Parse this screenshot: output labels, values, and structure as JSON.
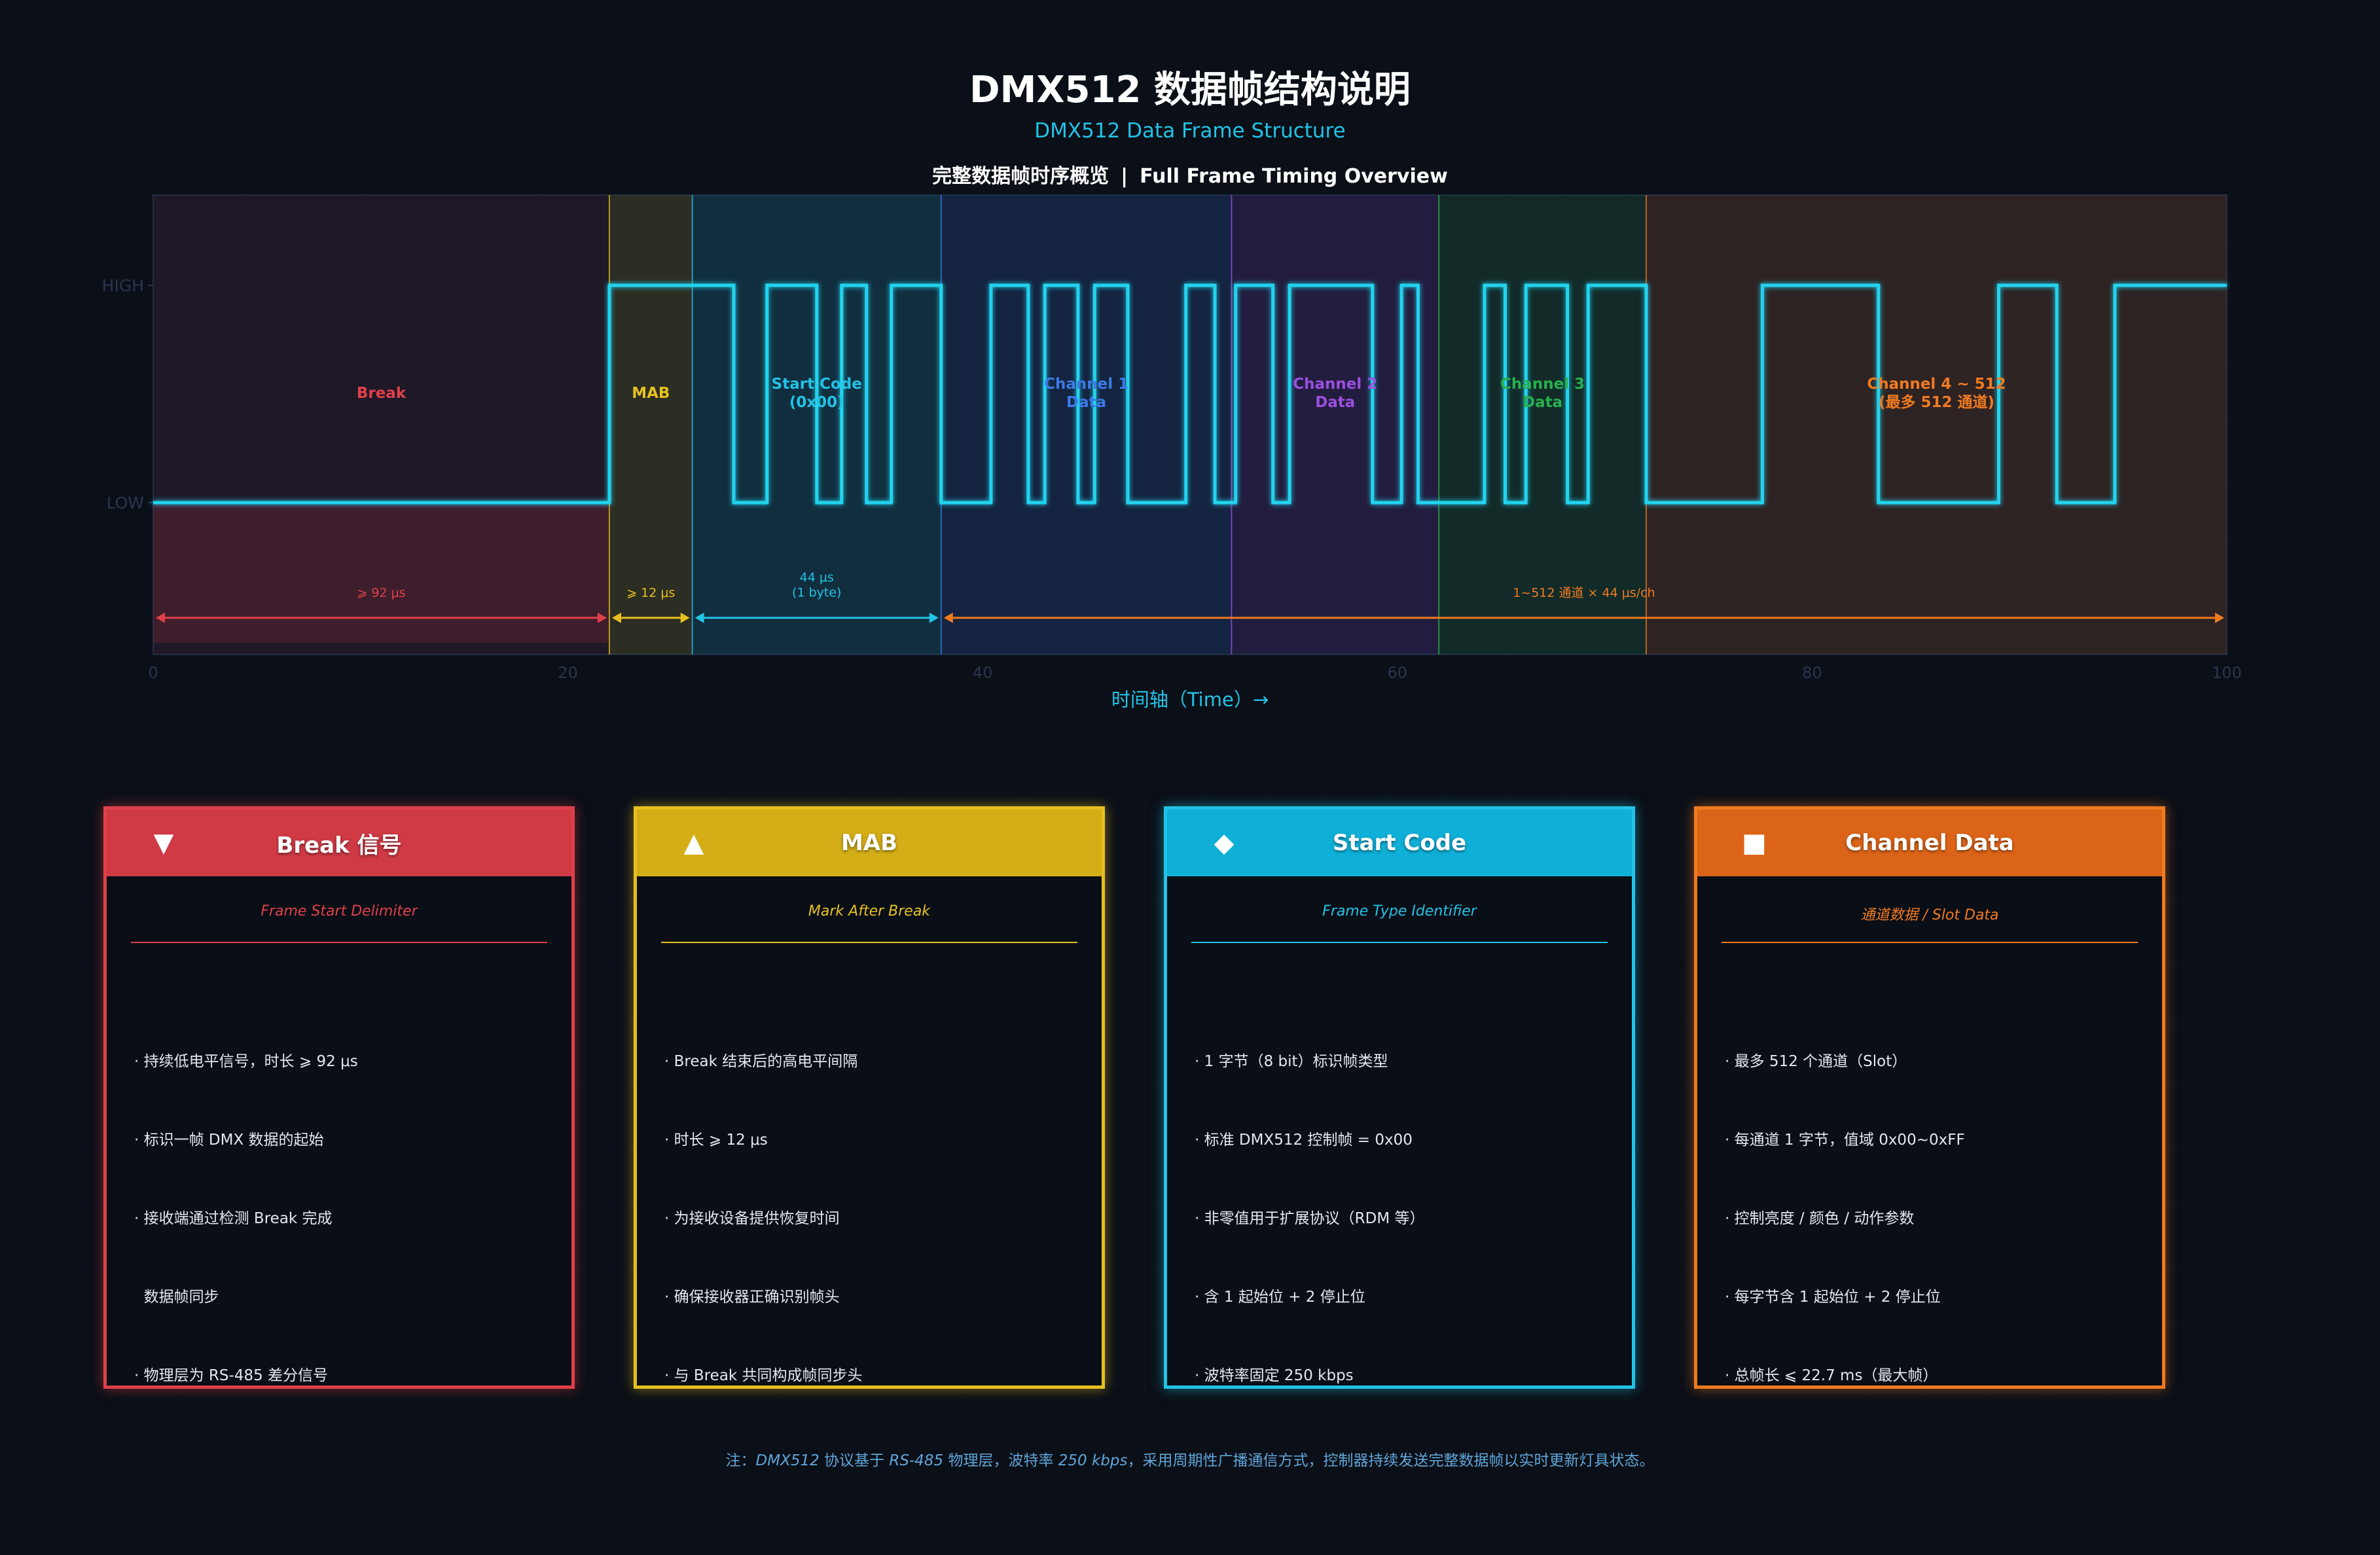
{
  "title": "DMX512 数据帧结构说明",
  "subtitle": "DMX512 Data Frame Structure",
  "header": {
    "cn": "完整数据帧时序概览",
    "sep": "|",
    "en": "Full Frame Timing Overview"
  },
  "chart_data": {
    "type": "line",
    "xlabel": "时间轴（Time）→",
    "ylabel": "",
    "xlim": [
      0,
      100
    ],
    "xticks": [
      0,
      20,
      40,
      60,
      80,
      100
    ],
    "y_levels": [
      "HIGH",
      "LOW"
    ],
    "segments": [
      {
        "name": "Break",
        "label": "Break",
        "start": 0,
        "end": 22,
        "color": "#e0404a",
        "duration": "⩾ 92 μs"
      },
      {
        "name": "MAB",
        "label": "MAB",
        "start": 22,
        "end": 26,
        "color": "#e6c020",
        "duration": "⩾ 12 μs"
      },
      {
        "name": "Start Code",
        "label": "Start Code\n(0x00)",
        "start": 26,
        "end": 38,
        "color": "#22c3e6",
        "duration": "44 μs\n(1 byte)"
      },
      {
        "name": "Channel 1",
        "label": "Channel 1\nData",
        "start": 38,
        "end": 52,
        "color": "#3b7be8",
        "duration": ""
      },
      {
        "name": "Channel 2",
        "label": "Channel 2\nData",
        "start": 52,
        "end": 62,
        "color": "#9b4fe0",
        "duration": ""
      },
      {
        "name": "Channel 3",
        "label": "Channel 3\nData",
        "start": 62,
        "end": 72,
        "color": "#28b04f",
        "duration": ""
      },
      {
        "name": "Channel 4 ~ 512",
        "label": "Channel 4 ~ 512\n(最多 512 通道)",
        "start": 72,
        "end": 100,
        "color": "#f07a20",
        "duration": ""
      }
    ],
    "channel_span": {
      "start": 38,
      "end": 100,
      "label": "1~512 通道 × 44 μs/ch",
      "color": "#f07a20"
    },
    "signal": [
      [
        0,
        0
      ],
      [
        22,
        0
      ],
      [
        22,
        1
      ],
      [
        28,
        1
      ],
      [
        28,
        0
      ],
      [
        29.6,
        0
      ],
      [
        29.6,
        1
      ],
      [
        32,
        1
      ],
      [
        32,
        0
      ],
      [
        33.2,
        0
      ],
      [
        33.2,
        1
      ],
      [
        34.4,
        1
      ],
      [
        34.4,
        0
      ],
      [
        35.6,
        0
      ],
      [
        35.6,
        1
      ],
      [
        38,
        1
      ],
      [
        38,
        0
      ],
      [
        40.4,
        0
      ],
      [
        40.4,
        1
      ],
      [
        42.2,
        1
      ],
      [
        42.2,
        0
      ],
      [
        43,
        0
      ],
      [
        43,
        1
      ],
      [
        44.6,
        1
      ],
      [
        44.6,
        0
      ],
      [
        45.4,
        0
      ],
      [
        45.4,
        1
      ],
      [
        47,
        1
      ],
      [
        47,
        0
      ],
      [
        49.8,
        0
      ],
      [
        49.8,
        1
      ],
      [
        51.2,
        1
      ],
      [
        51.2,
        0
      ],
      [
        52.2,
        0
      ],
      [
        52.2,
        1
      ],
      [
        54,
        1
      ],
      [
        54,
        0
      ],
      [
        54.8,
        0
      ],
      [
        54.8,
        1
      ],
      [
        58.8,
        1
      ],
      [
        58.8,
        0
      ],
      [
        60.2,
        0
      ],
      [
        60.2,
        1
      ],
      [
        61,
        1
      ],
      [
        61,
        0
      ],
      [
        64.2,
        0
      ],
      [
        64.2,
        1
      ],
      [
        65.2,
        1
      ],
      [
        65.2,
        0
      ],
      [
        66.2,
        0
      ],
      [
        66.2,
        1
      ],
      [
        68.2,
        1
      ],
      [
        68.2,
        0
      ],
      [
        69.2,
        0
      ],
      [
        69.2,
        1
      ],
      [
        72,
        1
      ],
      [
        72,
        0
      ],
      [
        77.6,
        0
      ],
      [
        77.6,
        1
      ],
      [
        83.2,
        1
      ],
      [
        83.2,
        0
      ],
      [
        89,
        0
      ],
      [
        89,
        1
      ],
      [
        91.8,
        1
      ],
      [
        91.8,
        0
      ],
      [
        94.6,
        0
      ],
      [
        94.6,
        1
      ],
      [
        100,
        1
      ]
    ]
  },
  "cards": [
    {
      "title": "Break 信号",
      "icon": "▼",
      "icon_name": "triangle-down-icon",
      "subtitle": "Frame Start Delimiter",
      "color": "#e0404a",
      "header_bg": "#cf3a45",
      "lines": [
        "· 持续低电平信号，时长 ⩾ 92 μs",
        "· 标识一帧 DMX 数据的起始",
        "· 接收端通过检测 Break 完成",
        "  数据帧同步",
        "· 物理层为 RS-485 差分信号"
      ]
    },
    {
      "title": "MAB",
      "icon": "▲",
      "icon_name": "triangle-up-icon",
      "subtitle": "Mark After Break",
      "color": "#e6c020",
      "header_bg": "#d4ae16",
      "lines": [
        "· Break 结束后的高电平间隔",
        "· 时长 ⩾ 12 μs",
        "· 为接收设备提供恢复时间",
        "· 确保接收器正确识别帧头",
        "· 与 Break 共同构成帧同步头"
      ]
    },
    {
      "title": "Start Code",
      "icon": "◆",
      "icon_name": "diamond-icon",
      "subtitle": "Frame Type Identifier",
      "color": "#22c3e6",
      "header_bg": "#0fb0d8",
      "lines": [
        "· 1 字节（8 bit）标识帧类型",
        "· 标准 DMX512 控制帧 = 0x00",
        "· 非零值用于扩展协议（RDM 等）",
        "· 含 1 起始位 + 2 停止位",
        "· 波特率固定 250 kbps"
      ]
    },
    {
      "title": "Channel Data",
      "icon": "■",
      "icon_name": "square-icon",
      "subtitle": "通道数据 / Slot Data",
      "color": "#f07a20",
      "header_bg": "#dc6418",
      "lines": [
        "· 最多 512 个通道（Slot）",
        "· 每通道 1 字节，值域 0x00~0xFF",
        "· 控制亮度 / 颜色 / 动作参数",
        "· 每字节含 1 起始位 + 2 停止位",
        "· 总帧长 ⩽ 22.7 ms（最大帧）"
      ]
    }
  ],
  "note": {
    "prefix": "注：",
    "t1": "DMX512",
    "t2": " 协议基于 ",
    "t3": "RS-485",
    "t4": " 物理层，波特率 ",
    "t5": "250 kbps",
    "t6": "，采用周期性广播通信方式，控制器持续发送完整数据帧以实时更新灯具状态。"
  }
}
